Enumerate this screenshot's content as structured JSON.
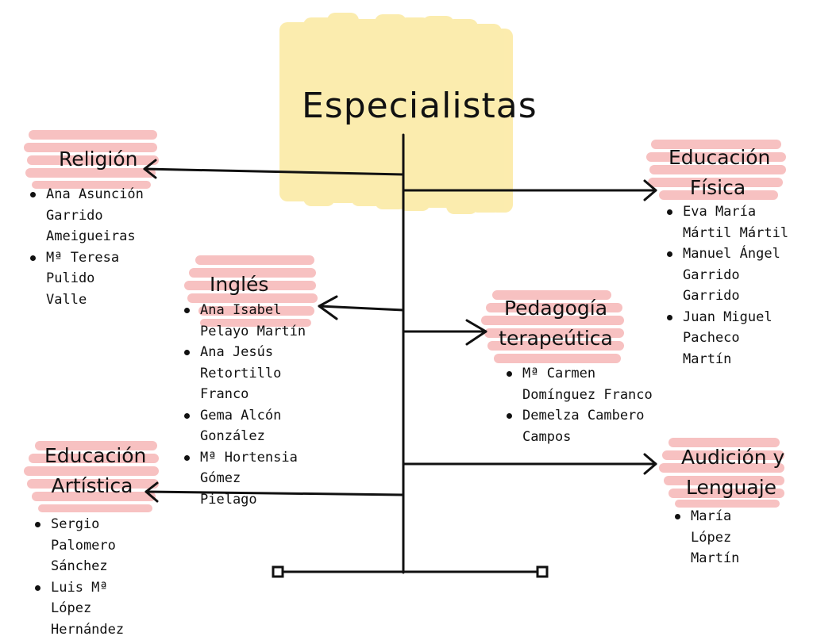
{
  "title": "Especialistas",
  "categories": {
    "religion": {
      "name": "Religión",
      "members": [
        "Ana Asunción Garrido Ameigueiras",
        "Mª Teresa Pulido Valle"
      ]
    },
    "ingles": {
      "name": "Inglés",
      "members": [
        "Ana Isabel Pelayo Martín",
        "Ana Jesús Retortillo Franco",
        "Gema Alcón González",
        "Mª Hortensia Gómez Pielago"
      ]
    },
    "artistica": {
      "name_line1": "Educación",
      "name_line2": "Artística",
      "members": [
        "Sergio Palomero Sánchez",
        "Luis Mª López Hernández"
      ]
    },
    "fisica": {
      "name_line1": "Educación",
      "name_line2": "Física",
      "members": [
        "Eva María Mártil Mártil",
        "Manuel Ángel Garrido Garrido",
        "Juan Miguel Pacheco Martín"
      ]
    },
    "pedagogia": {
      "name_line1": "Pedagogía",
      "name_line2": "terapeútica",
      "members": [
        "Mª Carmen Domínguez Franco",
        "Demelza Cambero Campos"
      ]
    },
    "audicion": {
      "name_line1": "Audición y",
      "name_line2": "Lenguaje",
      "members": [
        "María López Martín"
      ]
    }
  },
  "colors": {
    "title_highlight": "#fbe9a0",
    "label_highlight": "#f6b7b7",
    "lines": "#111111"
  }
}
